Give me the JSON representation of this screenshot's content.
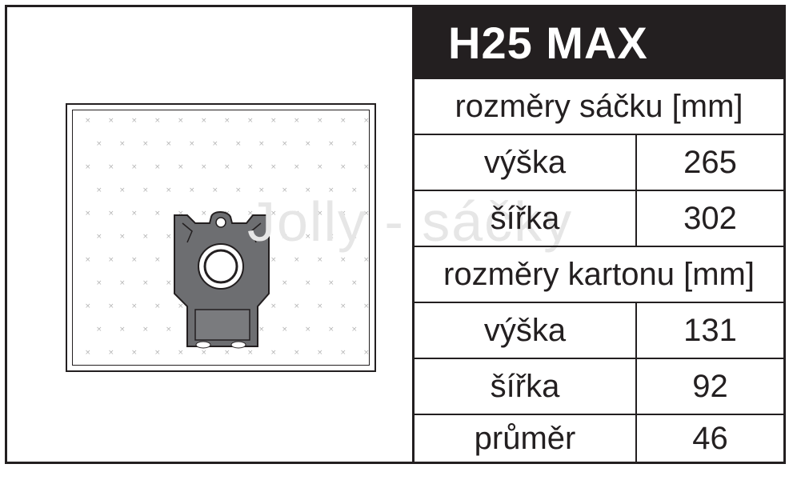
{
  "product": {
    "title": "H25 MAX"
  },
  "watermark": "Jolly - sáčky",
  "bag_section": {
    "header": "rozměry sáčku [mm]",
    "rows": [
      {
        "label": "výška",
        "value": "265"
      },
      {
        "label": "šířka",
        "value": "302"
      }
    ]
  },
  "box_section": {
    "header": "rozměry kartonu [mm]",
    "rows": [
      {
        "label": "výška",
        "value": "131"
      },
      {
        "label": "šířka",
        "value": "92"
      },
      {
        "label": "průměr",
        "value": "46"
      }
    ]
  },
  "colors": {
    "frame": "#231f20",
    "collar": "#6d6e71",
    "watermark": "#e6e6e6"
  }
}
